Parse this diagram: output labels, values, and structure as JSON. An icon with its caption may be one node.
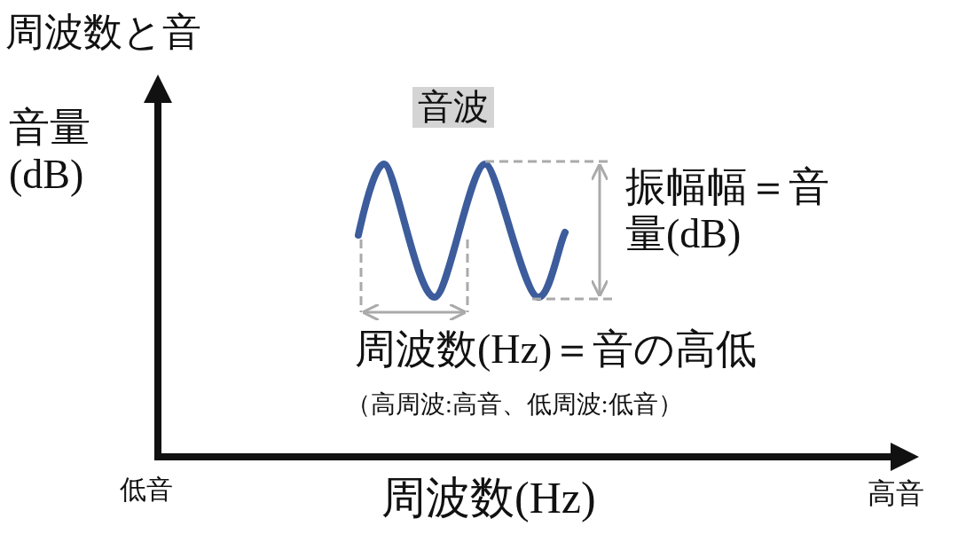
{
  "diagram": {
    "title": "周波数と音",
    "labels": [
      "音量 (dB)",
      "音波",
      "振幅幅＝音量(dB)",
      "周波数(Hz)＝音の高低",
      "（高周波:高音、低周波:低音）",
      "低音",
      "周波数(Hz)",
      "高音"
    ]
  }
}
